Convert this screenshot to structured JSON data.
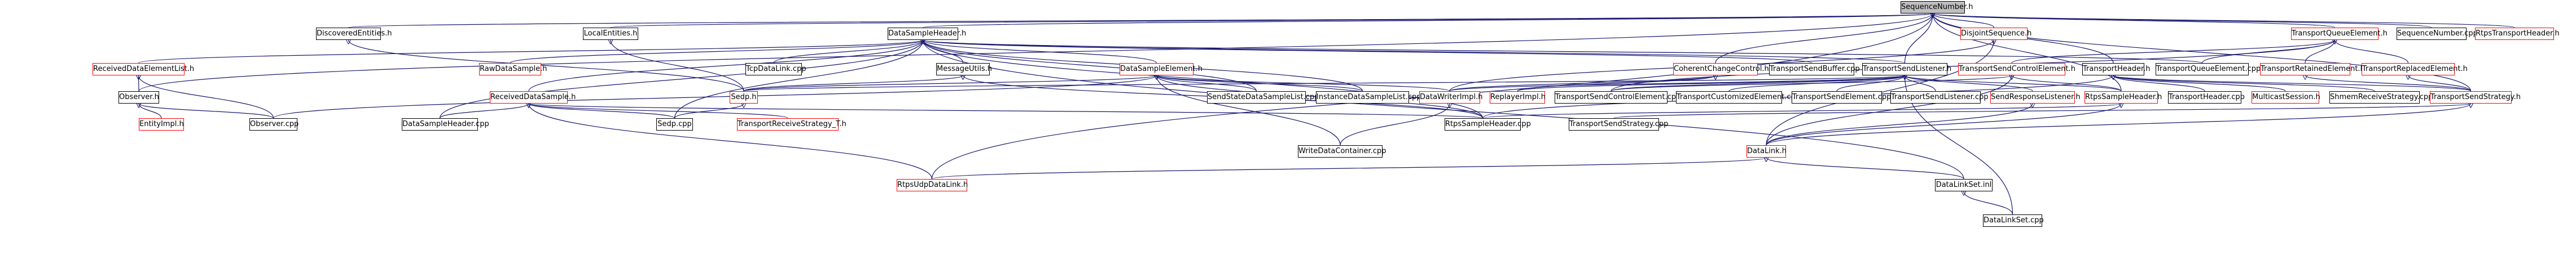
{
  "diagram": {
    "type": "include-dependency-graph",
    "root": "SequenceNumber.h",
    "edge_color": "#191970",
    "node_border_default": "#000000",
    "node_border_missing": "#ff0000",
    "root_fill": "#bfbfbf",
    "nodes": [
      {
        "id": "n0",
        "label": "SequenceNumber.h",
        "style": "root"
      },
      {
        "id": "n1",
        "label": "DiscoveredEntities.h",
        "style": "normal"
      },
      {
        "id": "n2",
        "label": "LocalEntities.h",
        "style": "normal"
      },
      {
        "id": "n3",
        "label": "DataSampleHeader.h",
        "style": "normal"
      },
      {
        "id": "n4",
        "label": "DisjointSequence.h",
        "style": "missing"
      },
      {
        "id": "n5",
        "label": "TransportQueueElement.h",
        "style": "missing"
      },
      {
        "id": "n6",
        "label": "SequenceNumber.cpp",
        "style": "normal"
      },
      {
        "id": "n7",
        "label": "RtpsTransportHeader.h",
        "style": "missing"
      },
      {
        "id": "n8",
        "label": "ReceivedDataElementList.h",
        "style": "missing"
      },
      {
        "id": "n9",
        "label": "RawDataSample.h",
        "style": "missing"
      },
      {
        "id": "n10",
        "label": "TcpDataLink.cpp",
        "style": "normal"
      },
      {
        "id": "n11",
        "label": "MessageUtils.h",
        "style": "normal"
      },
      {
        "id": "n12",
        "label": "DataSampleElement.h",
        "style": "missing"
      },
      {
        "id": "n13",
        "label": "CoherentChangeControl.h",
        "style": "missing"
      },
      {
        "id": "n14",
        "label": "TransportSendBuffer.cpp",
        "style": "normal"
      },
      {
        "id": "n15",
        "label": "TransportSendListener.h",
        "style": "normal"
      },
      {
        "id": "n16",
        "label": "TransportSendControlElement.h",
        "style": "missing"
      },
      {
        "id": "n17",
        "label": "TransportHeader.h",
        "style": "normal"
      },
      {
        "id": "n18",
        "label": "TransportQueueElement.cpp",
        "style": "normal"
      },
      {
        "id": "n19",
        "label": "TransportRetainedElement.h",
        "style": "missing"
      },
      {
        "id": "n20",
        "label": "TransportReplacedElement.h",
        "style": "missing"
      },
      {
        "id": "n21",
        "label": "Observer.h",
        "style": "normal"
      },
      {
        "id": "n22",
        "label": "ReceivedDataSample.h",
        "style": "missing"
      },
      {
        "id": "n23",
        "label": "Sedp.h",
        "style": "missing"
      },
      {
        "id": "n24",
        "label": "SendStateDataSampleList.cpp",
        "style": "normal"
      },
      {
        "id": "n25",
        "label": "InstanceDataSampleList.cpp",
        "style": "normal"
      },
      {
        "id": "n26",
        "label": "DataWriterImpl.h",
        "style": "missing"
      },
      {
        "id": "n27",
        "label": "ReplayerImpl.h",
        "style": "missing"
      },
      {
        "id": "n28",
        "label": "TransportSendControlElement.cpp",
        "style": "normal"
      },
      {
        "id": "n29",
        "label": "TransportCustomizedElement.cpp",
        "style": "normal"
      },
      {
        "id": "n30",
        "label": "TransportSendElement.cpp",
        "style": "normal"
      },
      {
        "id": "n31",
        "label": "TransportSendListener.cpp",
        "style": "normal"
      },
      {
        "id": "n32",
        "label": "SendResponseListener.h",
        "style": "missing"
      },
      {
        "id": "n33",
        "label": "RtpsSampleHeader.h",
        "style": "missing"
      },
      {
        "id": "n34",
        "label": "TransportHeader.cpp",
        "style": "normal"
      },
      {
        "id": "n35",
        "label": "MulticastSession.h",
        "style": "missing"
      },
      {
        "id": "n36",
        "label": "ShmemReceiveStrategy.cpp",
        "style": "normal"
      },
      {
        "id": "n37",
        "label": "TransportSendStrategy.h",
        "style": "missing"
      },
      {
        "id": "n38",
        "label": "EntityImpl.h",
        "style": "missing"
      },
      {
        "id": "n39",
        "label": "Observer.cpp",
        "style": "normal"
      },
      {
        "id": "n40",
        "label": "DataSampleHeader.cpp",
        "style": "normal"
      },
      {
        "id": "n41",
        "label": "Sedp.cpp",
        "style": "normal"
      },
      {
        "id": "n42",
        "label": "TransportReceiveStrategy_T.h",
        "style": "missing"
      },
      {
        "id": "n43",
        "label": "RtpsSampleHeader.cpp",
        "style": "normal"
      },
      {
        "id": "n44",
        "label": "TransportSendStrategy.cpp",
        "style": "normal"
      },
      {
        "id": "n45",
        "label": "WriteDataContainer.cpp",
        "style": "normal"
      },
      {
        "id": "n46",
        "label": "DataLink.h",
        "style": "missing"
      },
      {
        "id": "n47",
        "label": "RtpsUdpDataLink.h",
        "style": "missing"
      },
      {
        "id": "n48",
        "label": "DataLinkSet.inl",
        "style": "normal"
      },
      {
        "id": "n49",
        "label": "DataLinkSet.cpp",
        "style": "normal"
      }
    ],
    "edges": [
      [
        "n0",
        "n1"
      ],
      [
        "n0",
        "n2"
      ],
      [
        "n0",
        "n3"
      ],
      [
        "n0",
        "n4"
      ],
      [
        "n0",
        "n5"
      ],
      [
        "n0",
        "n6"
      ],
      [
        "n0",
        "n7"
      ],
      [
        "n0",
        "n13"
      ],
      [
        "n0",
        "n15"
      ],
      [
        "n0",
        "n17"
      ],
      [
        "n0",
        "n21"
      ],
      [
        "n0",
        "n47"
      ],
      [
        "n0",
        "n33"
      ],
      [
        "n0",
        "n37"
      ],
      [
        "n1",
        "n23"
      ],
      [
        "n2",
        "n23"
      ],
      [
        "n3",
        "n8"
      ],
      [
        "n3",
        "n9"
      ],
      [
        "n3",
        "n10"
      ],
      [
        "n3",
        "n11"
      ],
      [
        "n3",
        "n12"
      ],
      [
        "n3",
        "n14"
      ],
      [
        "n3",
        "n15"
      ],
      [
        "n3",
        "n22"
      ],
      [
        "n3",
        "n24"
      ],
      [
        "n3",
        "n25"
      ],
      [
        "n3",
        "n41"
      ],
      [
        "n3",
        "n40"
      ],
      [
        "n3",
        "n18"
      ],
      [
        "n3",
        "n43"
      ],
      [
        "n3",
        "n48"
      ],
      [
        "n4",
        "n26"
      ],
      [
        "n4",
        "n46"
      ],
      [
        "n5",
        "n16"
      ],
      [
        "n5",
        "n18"
      ],
      [
        "n5",
        "n19"
      ],
      [
        "n5",
        "n20"
      ],
      [
        "n5",
        "n28"
      ],
      [
        "n8",
        "n21"
      ],
      [
        "n8",
        "n39"
      ],
      [
        "n11",
        "n23"
      ],
      [
        "n11",
        "n43"
      ],
      [
        "n12",
        "n23"
      ],
      [
        "n12",
        "n24"
      ],
      [
        "n12",
        "n25"
      ],
      [
        "n12",
        "n26"
      ],
      [
        "n12",
        "n39"
      ],
      [
        "n12",
        "n43"
      ],
      [
        "n12",
        "n45"
      ],
      [
        "n13",
        "n26"
      ],
      [
        "n13",
        "n27"
      ],
      [
        "n15",
        "n26"
      ],
      [
        "n15",
        "n27"
      ],
      [
        "n15",
        "n28"
      ],
      [
        "n15",
        "n29"
      ],
      [
        "n15",
        "n30"
      ],
      [
        "n15",
        "n31"
      ],
      [
        "n15",
        "n32"
      ],
      [
        "n15",
        "n33"
      ],
      [
        "n15",
        "n49"
      ],
      [
        "n15",
        "n23"
      ],
      [
        "n16",
        "n28"
      ],
      [
        "n16",
        "n33"
      ],
      [
        "n16",
        "n46"
      ],
      [
        "n17",
        "n34"
      ],
      [
        "n17",
        "n35"
      ],
      [
        "n17",
        "n36"
      ],
      [
        "n17",
        "n37"
      ],
      [
        "n17",
        "n43"
      ],
      [
        "n19",
        "n37"
      ],
      [
        "n20",
        "n37"
      ],
      [
        "n21",
        "n38"
      ],
      [
        "n21",
        "n39"
      ],
      [
        "n22",
        "n40"
      ],
      [
        "n22",
        "n41"
      ],
      [
        "n22",
        "n42"
      ],
      [
        "n22",
        "n43"
      ],
      [
        "n22",
        "n47"
      ],
      [
        "n23",
        "n41"
      ],
      [
        "n26",
        "n45"
      ],
      [
        "n32",
        "n46"
      ],
      [
        "n33",
        "n43"
      ],
      [
        "n33",
        "n46"
      ],
      [
        "n37",
        "n44"
      ],
      [
        "n37",
        "n46"
      ],
      [
        "n46",
        "n47"
      ],
      [
        "n46",
        "n48"
      ],
      [
        "n48",
        "n49"
      ]
    ]
  }
}
